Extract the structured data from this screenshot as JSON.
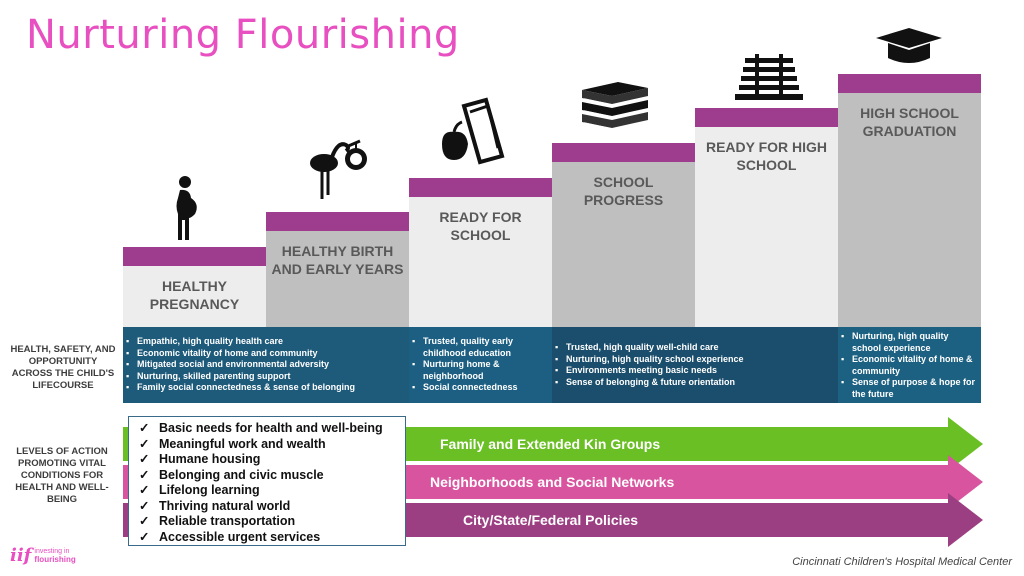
{
  "title": "Nurturing Flourishing",
  "colors": {
    "title": "#e84fc0",
    "cap": "#9e3d8e",
    "band": "#1e5a7a",
    "green": "#6abf24",
    "pink": "#d9549e",
    "plum": "#9c3f82"
  },
  "steps": [
    {
      "label1": "HEALTHY",
      "label2": "PREGNANCY",
      "icon": "pregnant-woman-icon"
    },
    {
      "label1": "HEALTHY BIRTH",
      "label2": "AND EARLY YEARS",
      "icon": "stork-icon"
    },
    {
      "label1": "READY FOR",
      "label2": "SCHOOL",
      "icon": "apple-and-books-icon"
    },
    {
      "label1": "SCHOOL",
      "label2": "PROGRESS",
      "icon": "book-stack-icon"
    },
    {
      "label1": "READY FOR HIGH",
      "label2": "SCHOOL",
      "icon": "railroad-track-icon"
    },
    {
      "label1": "HIGH SCHOOL",
      "label2": "GRADUATION",
      "icon": "graduation-cap-icon"
    }
  ],
  "left_labels": {
    "health": "HEALTH, SAFETY, AND OPPORTUNITY ACROSS THE CHILD'S LIFECOURSE",
    "levels": "LEVELS OF ACTION PROMOTING VITAL CONDITIONS FOR HEALTH AND WELL-BEING"
  },
  "bands": {
    "b1": [
      "Empathic, high quality health care",
      "Economic vitality of home and community",
      "Mitigated social and environmental adversity",
      "Nurturing, skilled parenting support",
      "Family social connectedness & sense of belonging"
    ],
    "b2": [
      "Trusted, quality early childhood education",
      "Nurturing home & neighborhood",
      "Social connectedness"
    ],
    "b3": [
      "Trusted, high quality well-child care",
      "Nurturing, high quality school experience",
      "Environments meeting basic needs",
      "Sense of belonging & future orientation"
    ],
    "b4": [
      "Nurturing, high quality school experience",
      "Economic vitality of home & community",
      "Sense of purpose & hope for the future"
    ]
  },
  "arrows": {
    "a1": "Family and Extended Kin Groups",
    "a2": "Neighborhoods and Social Networks",
    "a3": "City/State/Federal Policies"
  },
  "checklist": {
    "mark": "✓",
    "items": [
      "Basic needs for health and well-being",
      "Meaningful work and wealth",
      "Humane housing",
      "Belonging and civic muscle",
      "Lifelong learning",
      "Thriving natural world",
      "Reliable transportation",
      "Accessible urgent services"
    ]
  },
  "logo": {
    "line1": "investing in",
    "line2": "flourishing",
    "mark": "iif"
  },
  "footer": "Cincinnati Children's Hospital Medical Center"
}
